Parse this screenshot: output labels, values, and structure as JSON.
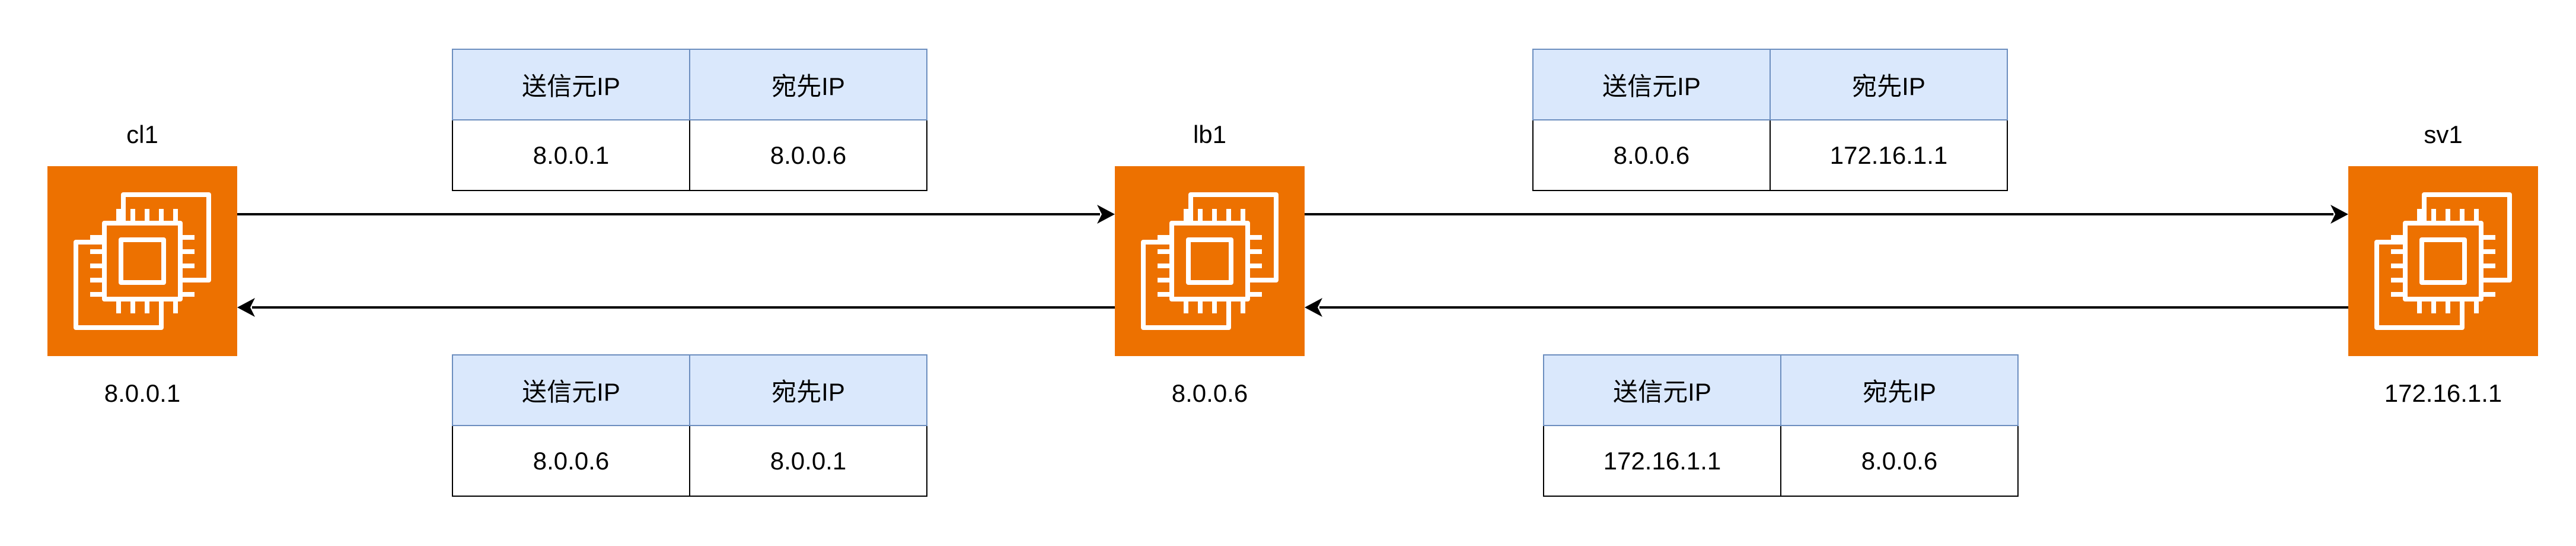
{
  "nodes": {
    "cl1": {
      "name": "cl1",
      "ip": "8.0.0.1"
    },
    "lb1": {
      "name": "lb1",
      "ip": "8.0.0.6"
    },
    "sv1": {
      "name": "sv1",
      "ip": "172.16.1.1"
    }
  },
  "icon": "ec2-instance-chip-icon",
  "colors": {
    "node_fill": "#ED7100",
    "header_fill": "#dae8fc",
    "header_border": "#6c8ebf",
    "line": "#000000"
  },
  "tables": {
    "cl1_to_lb1": {
      "src_header": "送信元IP",
      "dst_header": "宛先IP",
      "src": "8.0.0.1",
      "dst": "8.0.0.6"
    },
    "lb1_to_cl1": {
      "src_header": "送信元IP",
      "dst_header": "宛先IP",
      "src": "8.0.0.6",
      "dst": "8.0.0.1"
    },
    "lb1_to_sv1": {
      "src_header": "送信元IP",
      "dst_header": "宛先IP",
      "src": "8.0.0.6",
      "dst": "172.16.1.1"
    },
    "sv1_to_lb1": {
      "src_header": "送信元IP",
      "dst_header": "宛先IP",
      "src": "172.16.1.1",
      "dst": "8.0.0.6"
    }
  }
}
